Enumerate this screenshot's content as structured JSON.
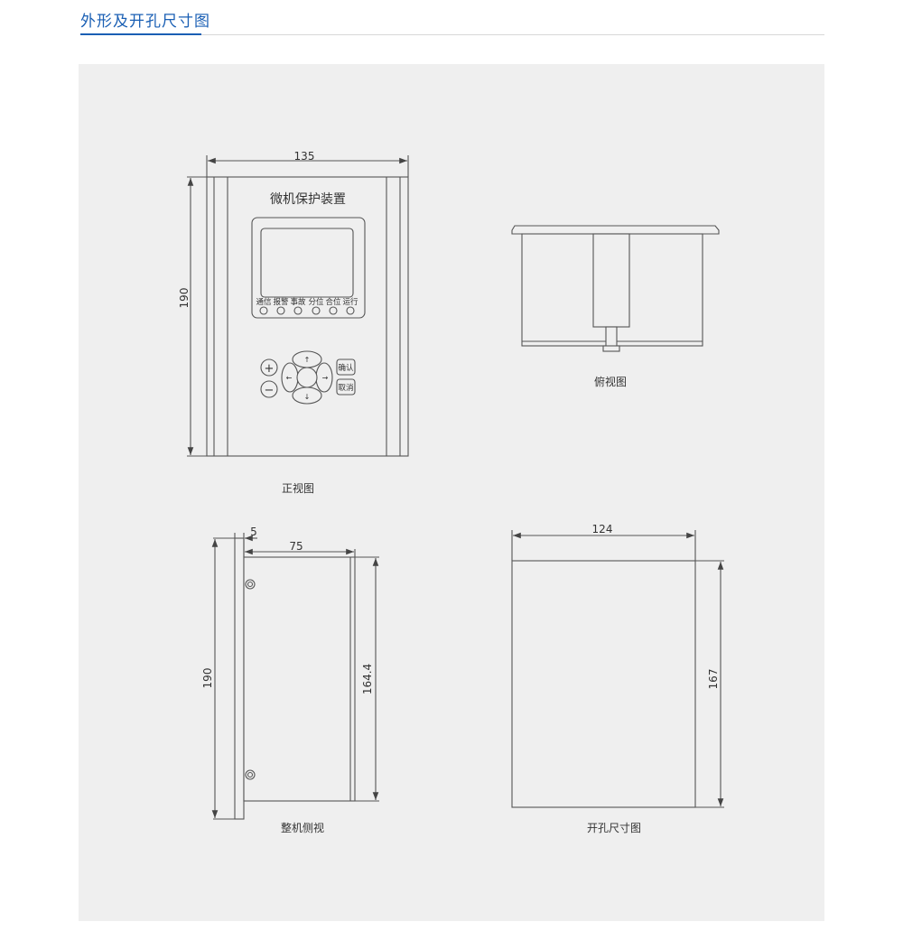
{
  "header": {
    "title": "外形及开孔尺寸图"
  },
  "front_view": {
    "caption": "正视图",
    "device_title": "微机保护装置",
    "width_dim": "135",
    "height_dim": "190",
    "leds": [
      "通信",
      "报警",
      "事故",
      "分位",
      "合位",
      "运行"
    ],
    "buttons": {
      "plus": "+",
      "minus": "−",
      "confirm": "确认",
      "cancel": "取消"
    }
  },
  "top_view": {
    "caption": "俯视图"
  },
  "side_view": {
    "caption": "整机侧视",
    "panel_dim": "5",
    "depth_dim": "75",
    "height_dim": "190",
    "body_height_dim": "164.4"
  },
  "cutout_view": {
    "caption": "开孔尺寸图",
    "width_dim": "124",
    "height_dim": "167"
  },
  "colors": {
    "accent": "#1a5fb4",
    "panel": "#efefef",
    "line": "#555555"
  }
}
